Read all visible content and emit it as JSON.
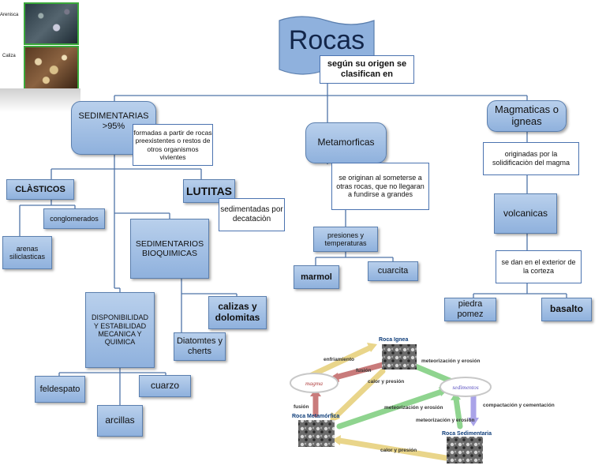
{
  "photo": {
    "label_top": "Arenisca",
    "label_bottom": "Caliza"
  },
  "title": {
    "main": "Rocas",
    "sub": "según su origen se clasifican en"
  },
  "sed": {
    "title": "SEDIMENTARIAS >95%",
    "desc": "formadas a partir de rocas preexistentes o restos de otros organismos vivientes",
    "clasticos": "CLÀSTICOS",
    "conglomerados": "conglomerados",
    "arenas": "arenas siliclasticas",
    "lutitas": "LUTITAS",
    "lutitas_desc": "sedimentadas por decataciòn",
    "bioquimicas": "SEDIMENTARIOS BIOQUIMICAS",
    "calizas": "calizas y dolomitas",
    "diatomtes": "Diatomtes y cherts",
    "disp": "DISPONIBILIDAD Y ESTABILIDAD MECANICA Y QUIMICA",
    "feldespato": "feldespato",
    "cuarzo": "cuarzo",
    "arcillas": "arcillas"
  },
  "meta": {
    "title": "Metamorficas",
    "desc": "se originan al someterse a otras rocas, que no llegaran a fundirse a grandes",
    "presiones": "presiones y temperaturas",
    "marmol": "marmol",
    "cuarcita": "cuarcita"
  },
  "mag": {
    "title": "Magmaticas o igneas",
    "desc": "originadas por la solidificaciòn del magma",
    "volcanicas": "volcanicas",
    "exterior": "se dan en el exterior de la corteza",
    "piedra": "piedra pomez",
    "basalto": "basalto"
  },
  "cycle": {
    "roca_ignea": "Roca Ignea",
    "roca_metamorfica": "Roca Metamórfica",
    "roca_sedimentaria": "Roca Sedimentaria",
    "magma": "magma",
    "sedimentos": "sedimentos",
    "enfriamiento": "enfriamiento",
    "fusion1": "fusión",
    "fusion2": "fusión",
    "calor_presion1": "calor y presión",
    "calor_presion2": "calor y presión",
    "meteorizacion1": "meteorización y erosión",
    "meteorizacion2": "meteorización y erosión",
    "meteorizacion3": "meteorización y erosión",
    "compactacion": "compactación y cementación",
    "colors": {
      "yellow": "#e9d58a",
      "red": "#c97b7b",
      "green": "#8fd48f",
      "purple": "#a9a3e8"
    }
  }
}
